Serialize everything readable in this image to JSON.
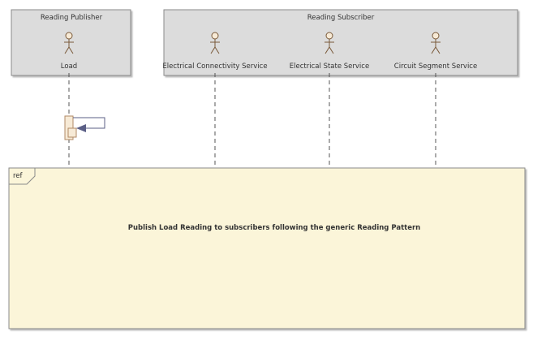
{
  "diagram": {
    "groups": {
      "publisher": {
        "label": "Reading Publisher"
      },
      "subscriber": {
        "label": "Reading Subscriber"
      }
    },
    "actors": [
      {
        "id": "load",
        "label": "Load"
      },
      {
        "id": "electrical-connectivity-service",
        "label": "Electrical Connectivity Service"
      },
      {
        "id": "electrical-state-service",
        "label": "Electrical State Service"
      },
      {
        "id": "circuit-segment-service",
        "label": "Circuit Segment Service"
      }
    ],
    "ref_frame": {
      "tag": "ref",
      "text": "Publish Load Reading to subscribers following the generic Reading Pattern"
    }
  }
}
